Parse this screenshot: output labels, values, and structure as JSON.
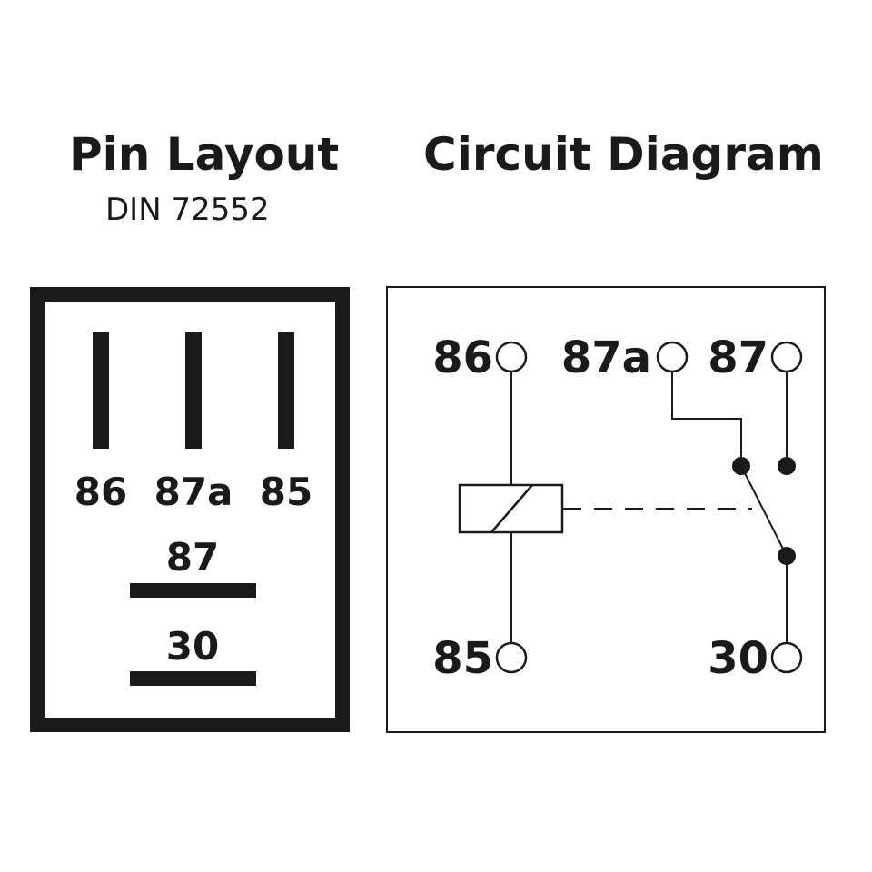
{
  "pin_layout": {
    "title": "Pin Layout",
    "subtitle": "DIN 72552",
    "pins": [
      "86",
      "87a",
      "85",
      "87",
      "30"
    ]
  },
  "circuit": {
    "title": "Circuit Diagram",
    "terminals": [
      "86",
      "87a",
      "87",
      "85",
      "30"
    ]
  },
  "colors": {
    "ink": "#1a1a1a",
    "background": "#ffffff"
  }
}
